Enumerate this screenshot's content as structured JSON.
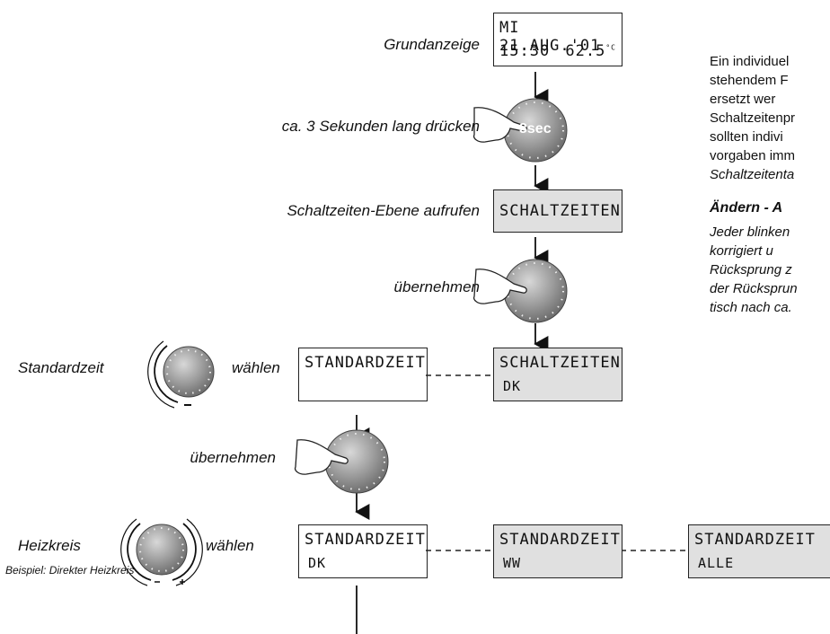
{
  "labels": {
    "grundanzeige": "Grundanzeige",
    "press3": "ca. 3 Sekunden lang drücken",
    "schaltebene": "Schaltzeiten-Ebene aufrufen",
    "uebernehmen1": "übernehmen",
    "standardzeit": "Standardzeit",
    "waehlen1": "wählen",
    "uebernehmen2": "übernehmen",
    "heizkreis": "Heizkreis",
    "waehlen2": "wählen",
    "beispiel": "Beispiel: Direkter Heizkreis"
  },
  "button_text": "3sec",
  "displays": {
    "d1_line1": "MI 21.AUG.'01",
    "d1_time": "15:30",
    "d1_temp": "62.5",
    "d1_unit": "°C",
    "d2_line1": "SCHALTZEITEN",
    "d3_line1": "SCHALTZEITEN",
    "d3_sub": "DK",
    "d4_line1": "STANDARDZEIT",
    "d5_line1": "STANDARDZEIT",
    "d5_sub": "DK",
    "d6_line1": "STANDARDZEIT",
    "d6_sub": "WW",
    "d7_line1": "STANDARDZEIT",
    "d7_sub": "ALLE"
  },
  "sidebar": {
    "l1": "Ein individuel",
    "l2": "stehendem F",
    "l3": "ersetzt   wer",
    "l4": "Schaltzeitenpr",
    "l5": "sollten indivi",
    "l6": "vorgaben imm",
    "l7": "Schaltzeitenta",
    "heading": "Ändern - A",
    "i1": "Jeder blinken",
    "i2": "korrigiert  u",
    "i3": "Rücksprung z",
    "i4": "der Rücksprun",
    "i5": "tisch nach ca."
  },
  "colors": {
    "knob": "#9a9a9a",
    "display_grey": "#e0e0e0",
    "line": "#222222"
  }
}
